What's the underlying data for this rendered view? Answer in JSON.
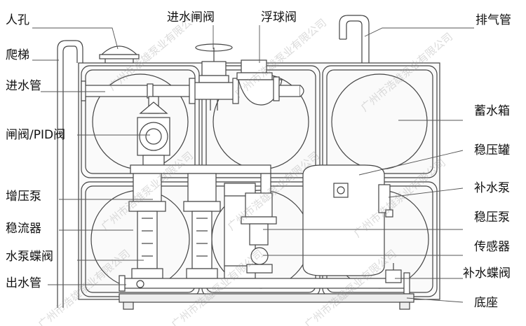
{
  "labels_left": [
    "人孔",
    "爬梯",
    "进水管",
    "闸阀/PID阀",
    "增压泵",
    "稳流器",
    "水泵蝶阀",
    "出水管"
  ],
  "labels_top": [
    "进水闸阀",
    "浮球阀"
  ],
  "labels_right": [
    "排气管",
    "蓄水箱",
    "稳压罐",
    "补水泵",
    "稳压泵",
    "传感器",
    "补水蝶阀",
    "底座"
  ],
  "watermark": "广州市浩雄泵业有限公司"
}
